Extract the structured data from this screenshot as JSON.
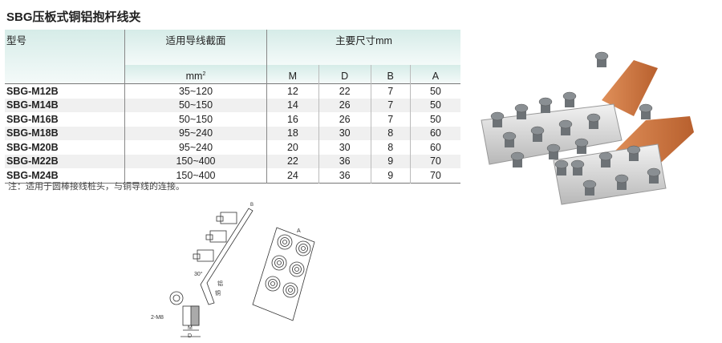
{
  "title": "SBG压板式铜铝抱杆线夹",
  "table": {
    "headers": {
      "model": "型号",
      "section": "适用导线截面",
      "section_unit": "mm",
      "section_unit_sup": "2",
      "dims": "主要尺寸mm",
      "M": "M",
      "D": "D",
      "B": "B",
      "A": "A"
    },
    "rows": [
      {
        "model": "SBG-M12B",
        "section": "35~120",
        "M": "12",
        "D": "22",
        "B": "7",
        "A": "50"
      },
      {
        "model": "SBG-M14B",
        "section": "50~150",
        "M": "14",
        "D": "26",
        "B": "7",
        "A": "50"
      },
      {
        "model": "SBG-M16B",
        "section": "50~150",
        "M": "16",
        "D": "26",
        "B": "7",
        "A": "50"
      },
      {
        "model": "SBG-M18B",
        "section": "95~240",
        "M": "18",
        "D": "30",
        "B": "8",
        "A": "60"
      },
      {
        "model": "SBG-M20B",
        "section": "95~240",
        "M": "20",
        "D": "30",
        "B": "8",
        "A": "60"
      },
      {
        "model": "SBG-M22B",
        "section": "150~400",
        "M": "22",
        "D": "36",
        "B": "9",
        "A": "70"
      },
      {
        "model": "SBG-M24B",
        "section": "150~400",
        "M": "24",
        "D": "36",
        "B": "9",
        "A": "70"
      }
    ]
  },
  "note": "注：适用于圆棒接线桩头，与铜导线的连接。",
  "drawing": {
    "angle": "30°",
    "al": "铝",
    "cu": "铜",
    "bolt": "2-M8",
    "M": "M",
    "D": "D",
    "B": "B",
    "A": "A"
  }
}
